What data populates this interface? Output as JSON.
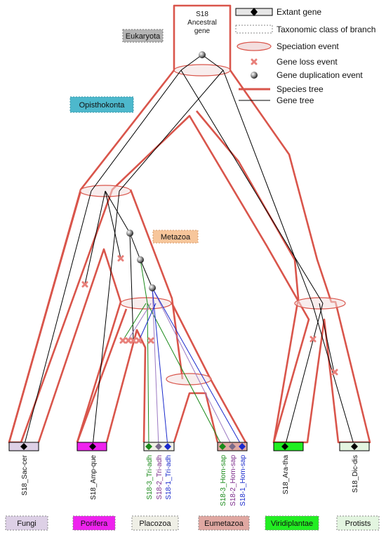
{
  "root_label_line1": "S18",
  "root_label_line2": "Ancestral",
  "root_label_line3": "gene",
  "clades": {
    "eukaryota": "Eukaryota",
    "opisthokonta": "Opisthokonta",
    "metazoa": "Metazoa"
  },
  "legend": {
    "extant_gene": "Extant gene",
    "taxonomic_class": "Taxonomic class of branch",
    "speciation": "Speciation event",
    "gene_loss": "Gene loss event",
    "gene_duplication": "Gene duplication event",
    "species_tree": "Species tree",
    "gene_tree": "Gene tree"
  },
  "genes": {
    "sac": "S18_Sac-cer",
    "amp": "S18_Amp-que",
    "tri3": "S18-3_Tri-adh",
    "tri2": "S18-2_Tri-adh",
    "tri1": "S18-1_Tri-adh",
    "hom3": "S18-3_Hom-sap",
    "hom2": "S18-2_Hom-sap",
    "hom1": "S18-1_Hom-sap",
    "ara": "S18_Ara-tha",
    "dic": "S18_Dic-dis"
  },
  "taxa": {
    "fungi": "Fungi",
    "porifera": "Porifera",
    "placozoa": "Placozoa",
    "eumetazoa": "Eumetazoa",
    "viridiplantae": "Viridiplantae",
    "protists": "Protists"
  },
  "colors": {
    "species_tree": "#d9554b",
    "gene_tree": "#000000",
    "paralog_3": "#1a8a1a",
    "paralog_2": "#7a2a8a",
    "paralog_1": "#1a2acc",
    "eukaryota_fill": "#b5b5b5",
    "opisthokonta_fill": "#4db8cc",
    "metazoa_fill": "#f7c69b",
    "fungi_fill": "#ddd0e6",
    "porifera_fill": "#ee22ee",
    "placozoa_fill": "#efefe6",
    "eumetazoa_fill": "#e0a8a2",
    "viridiplantae_fill": "#22ee22",
    "protists_fill": "#e3f5e0"
  }
}
